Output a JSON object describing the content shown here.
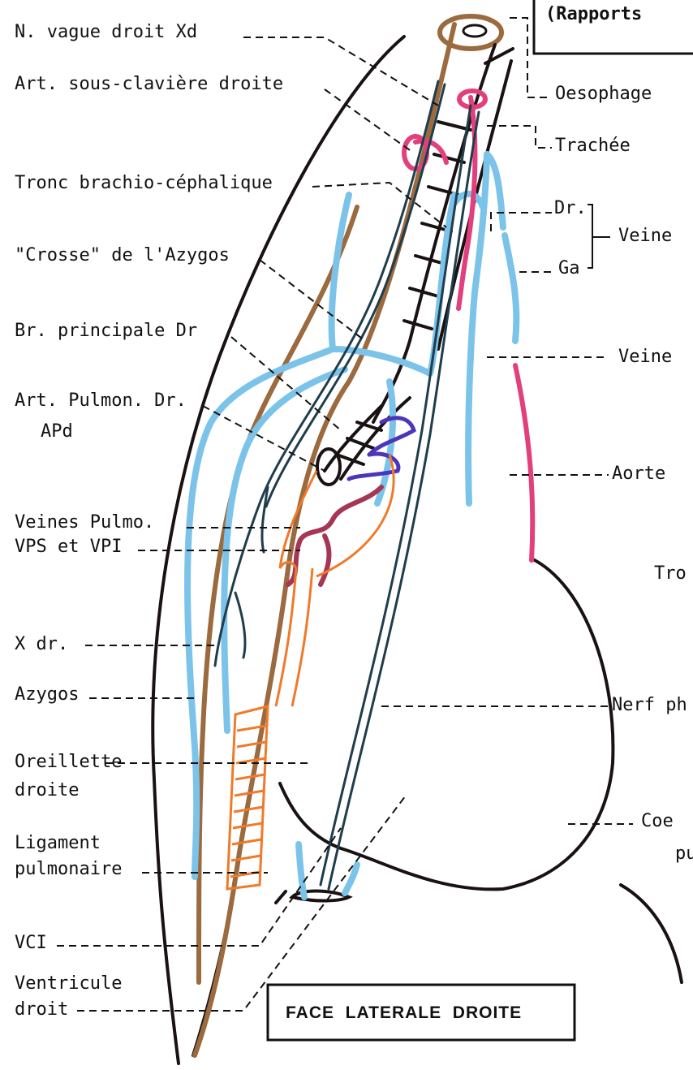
{
  "title": "(Rapports",
  "face_label": "FACE  LATERALE  DROITE",
  "left_labels": [
    {
      "id": "n-vague-droit",
      "text": "N. vague droit  Xd"
    },
    {
      "id": "art-sous-claviere",
      "text": "Art. sous-clavière droite"
    },
    {
      "id": "tronc-brachio",
      "text": "Tronc brachio-céphalique"
    },
    {
      "id": "crosse-azygos",
      "text": "\"Crosse\" de l'Azygos"
    },
    {
      "id": "br-principale",
      "text": "Br. principale Dr"
    },
    {
      "id": "art-pulmon-1",
      "text": "Art. Pulmon. Dr."
    },
    {
      "id": "art-pulmon-2",
      "text": "APd"
    },
    {
      "id": "veines-pulmo-1",
      "text": "Veines Pulmo."
    },
    {
      "id": "veines-pulmo-2",
      "text": "VPS et VPI"
    },
    {
      "id": "x-dr",
      "text": "X dr."
    },
    {
      "id": "azygos",
      "text": "Azygos"
    },
    {
      "id": "oreillette-1",
      "text": "Oreillette"
    },
    {
      "id": "oreillette-2",
      "text": "droite"
    },
    {
      "id": "ligament-1",
      "text": "Ligament"
    },
    {
      "id": "ligament-2",
      "text": "pulmonaire"
    },
    {
      "id": "vci",
      "text": "VCI"
    },
    {
      "id": "ventricule-1",
      "text": "Ventricule"
    },
    {
      "id": "ventricule-2",
      "text": "droit"
    }
  ],
  "right_labels": [
    {
      "id": "oesophage",
      "text": "Oesophage"
    },
    {
      "id": "trachee",
      "text": "Trachée"
    },
    {
      "id": "dr",
      "text": "Dr."
    },
    {
      "id": "ga",
      "text": "Ga"
    },
    {
      "id": "veine-1",
      "text": "Veine"
    },
    {
      "id": "veine-2",
      "text": "Veine"
    },
    {
      "id": "aorte",
      "text": "Aorte"
    },
    {
      "id": "tron",
      "text": "Tro"
    },
    {
      "id": "nerf-ph",
      "text": "Nerf ph"
    },
    {
      "id": "coe",
      "text": "Coe"
    },
    {
      "id": "pu",
      "text": "pu"
    }
  ]
}
